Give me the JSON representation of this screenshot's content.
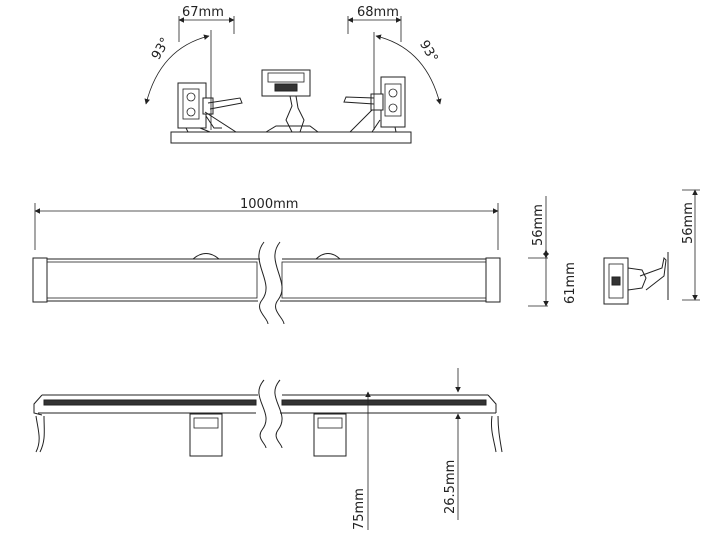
{
  "labels": {
    "top_left_width": "67mm",
    "top_right_width": "68mm",
    "top_left_angle": "93°",
    "top_right_angle": "93°",
    "total_length": "1000mm",
    "side_height_a": "56mm",
    "side_width": "61mm",
    "side_bracket_height": "56mm",
    "bottom_height": "75mm",
    "bottom_offset": "26.5mm"
  },
  "colors": {
    "line": "#222222",
    "background": "#ffffff"
  }
}
